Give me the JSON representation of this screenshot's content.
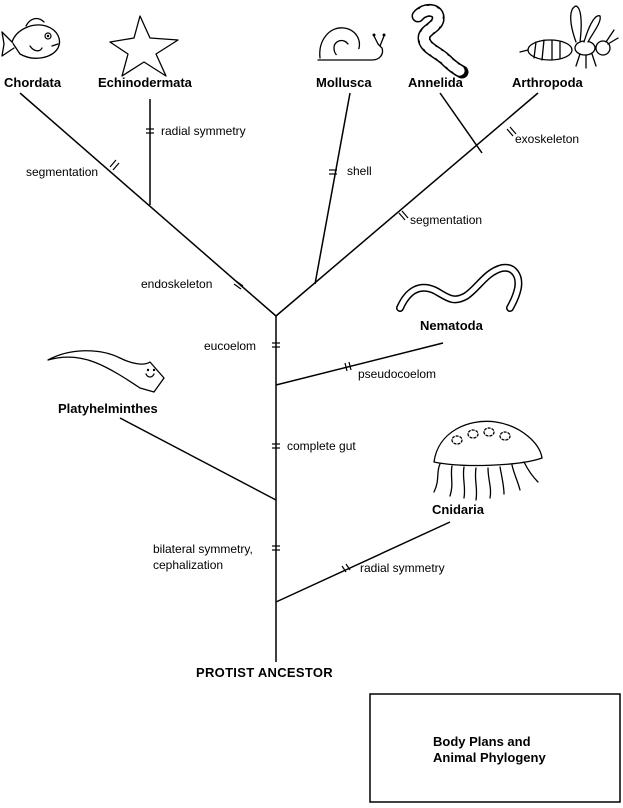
{
  "taxa": {
    "chordata": "Chordata",
    "echinodermata": "Echinodermata",
    "mollusca": "Mollusca",
    "annelida": "Annelida",
    "arthropoda": "Arthropoda",
    "nematoda": "Nematoda",
    "platyhelminthes": "Platyhelminthes",
    "cnidaria": "Cnidaria"
  },
  "traits": {
    "radial_symmetry_echinodermata": "radial symmetry",
    "segmentation_chordata": "segmentation",
    "shell": "shell",
    "exoskeleton": "exoskeleton",
    "segmentation_annelid_arthropod": "segmentation",
    "endoskeleton": "endoskeleton",
    "eucoelom": "eucoelom",
    "pseudocoelom": "pseudocoelom",
    "complete_gut": "complete gut",
    "bilateral_line1": "bilateral symmetry,",
    "bilateral_line2": "cephalization",
    "radial_symmetry_cnidaria": "radial symmetry"
  },
  "root": "PROTIST ANCESTOR",
  "title_box": {
    "line1": "Body Plans and",
    "line2": "Animal Phylogeny"
  },
  "icons": {
    "chordata": "fish-icon",
    "echinodermata": "starfish-icon",
    "mollusca": "snail-icon",
    "annelida": "worm-icon",
    "arthropoda": "wasp-icon",
    "nematoda": "roundworm-icon",
    "platyhelminthes": "flatworm-icon",
    "cnidaria": "jellyfish-icon"
  }
}
